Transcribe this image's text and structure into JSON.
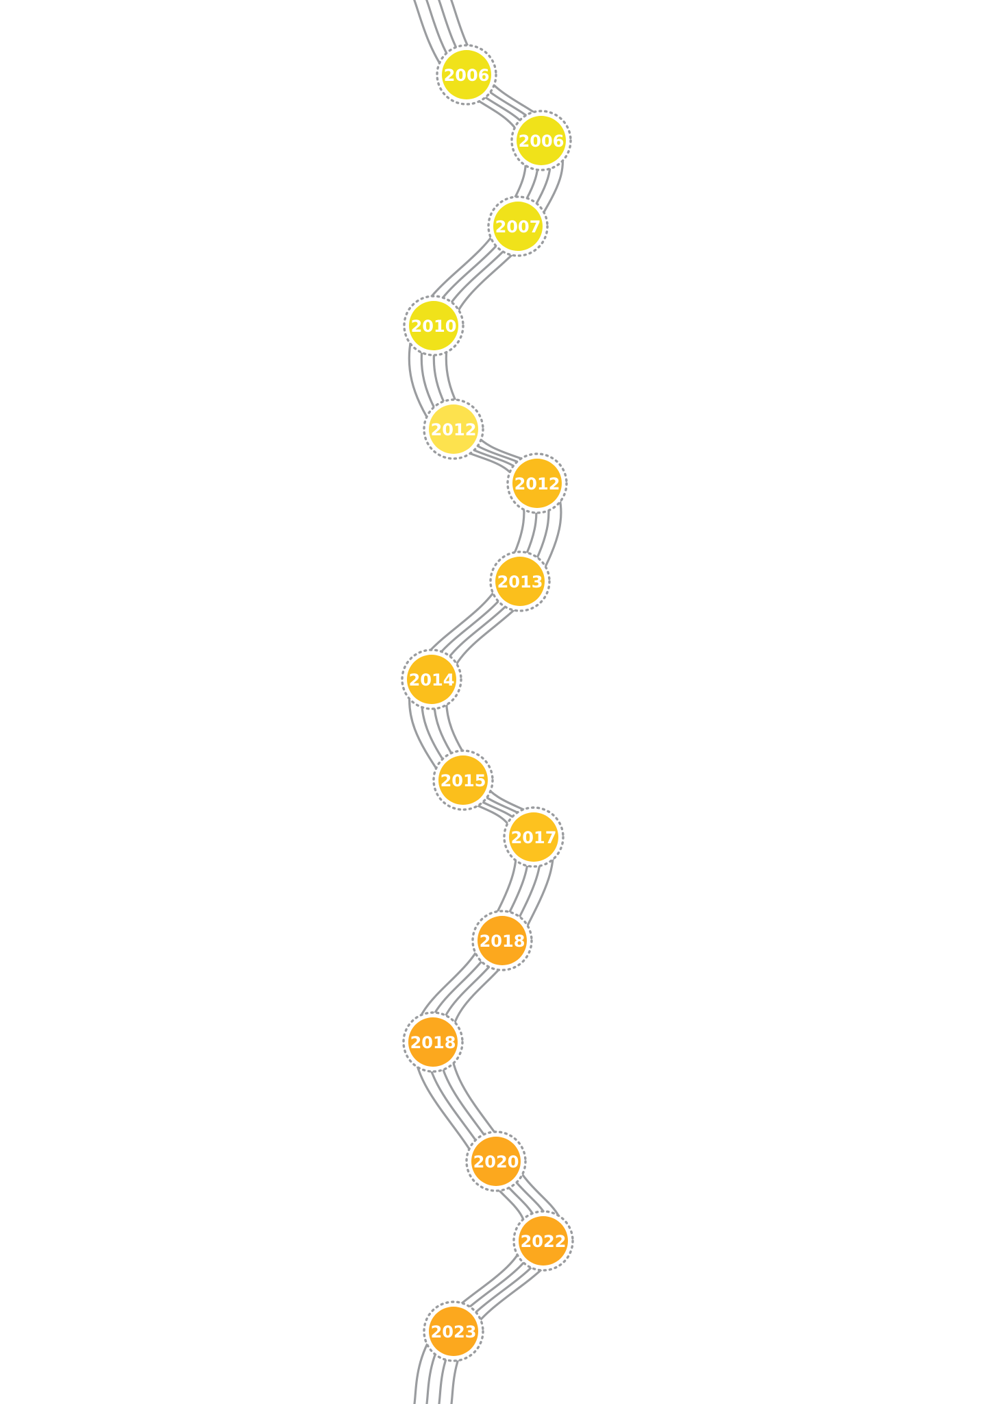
{
  "colors": {
    "road": "#9a9c9f",
    "ring": "#9a9c9f"
  },
  "milestones": [
    {
      "year": "2006",
      "color": "#f0e21a"
    },
    {
      "year": "2006",
      "color": "#f0e21a"
    },
    {
      "year": "2007",
      "color": "#f0e21a"
    },
    {
      "year": "2010",
      "color": "#f0e21a"
    },
    {
      "year": "2012",
      "color": "#fde24e"
    },
    {
      "year": "2012",
      "color": "#fbbc1c"
    },
    {
      "year": "2013",
      "color": "#fbbf1c"
    },
    {
      "year": "2014",
      "color": "#fbbf1c"
    },
    {
      "year": "2015",
      "color": "#fbbf1c"
    },
    {
      "year": "2017",
      "color": "#fdc21f"
    },
    {
      "year": "2018",
      "color": "#fca81e"
    },
    {
      "year": "2018",
      "color": "#fca81e"
    },
    {
      "year": "2020",
      "color": "#fca81e"
    },
    {
      "year": "2022",
      "color": "#fca81e"
    },
    {
      "year": "2023",
      "color": "#fca81e"
    }
  ]
}
